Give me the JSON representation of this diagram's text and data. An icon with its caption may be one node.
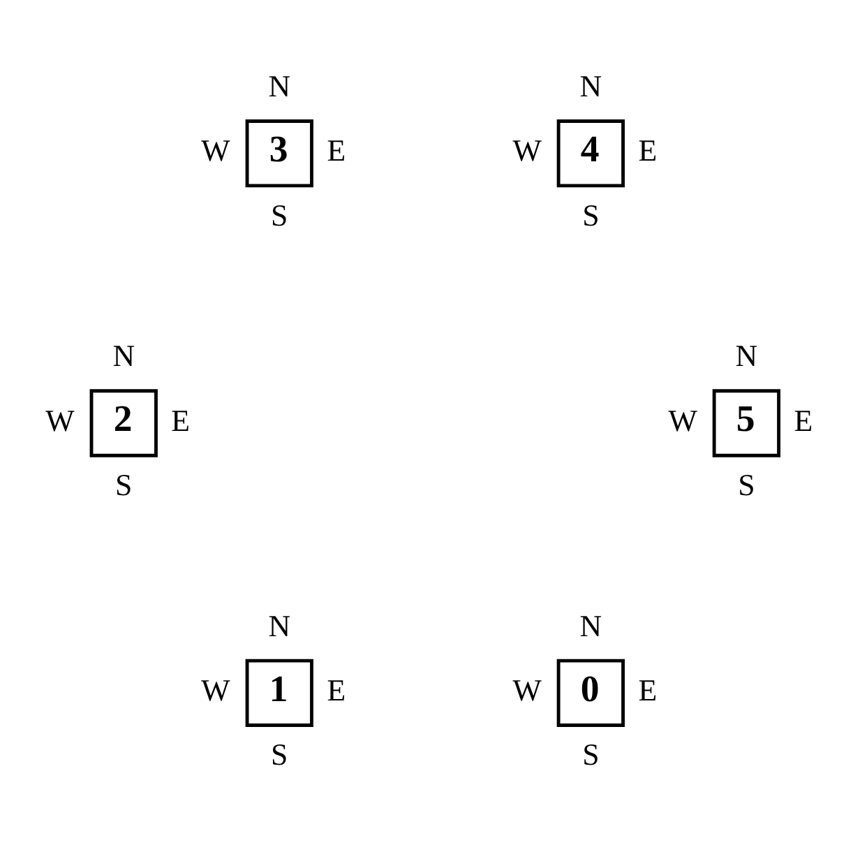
{
  "diagram": {
    "nodes": [
      {
        "text": [
          "0"
        ],
        "beside": [
          "N",
          "W",
          "E",
          "S"
        ]
      },
      {
        "text": [
          "1"
        ],
        "beside": [
          "N",
          "W",
          "E",
          "S"
        ]
      },
      {
        "text": [
          "2"
        ],
        "beside": [
          "N",
          "W",
          "E",
          "S"
        ]
      },
      {
        "text": [
          "3"
        ],
        "beside": [
          "N",
          "W",
          "E",
          "S"
        ]
      },
      {
        "text": [
          "4"
        ],
        "beside": [
          "N",
          "W",
          "E",
          "S"
        ]
      },
      {
        "text": [
          "5"
        ],
        "beside": [
          "N",
          "W",
          "E",
          "S"
        ]
      }
    ]
  }
}
